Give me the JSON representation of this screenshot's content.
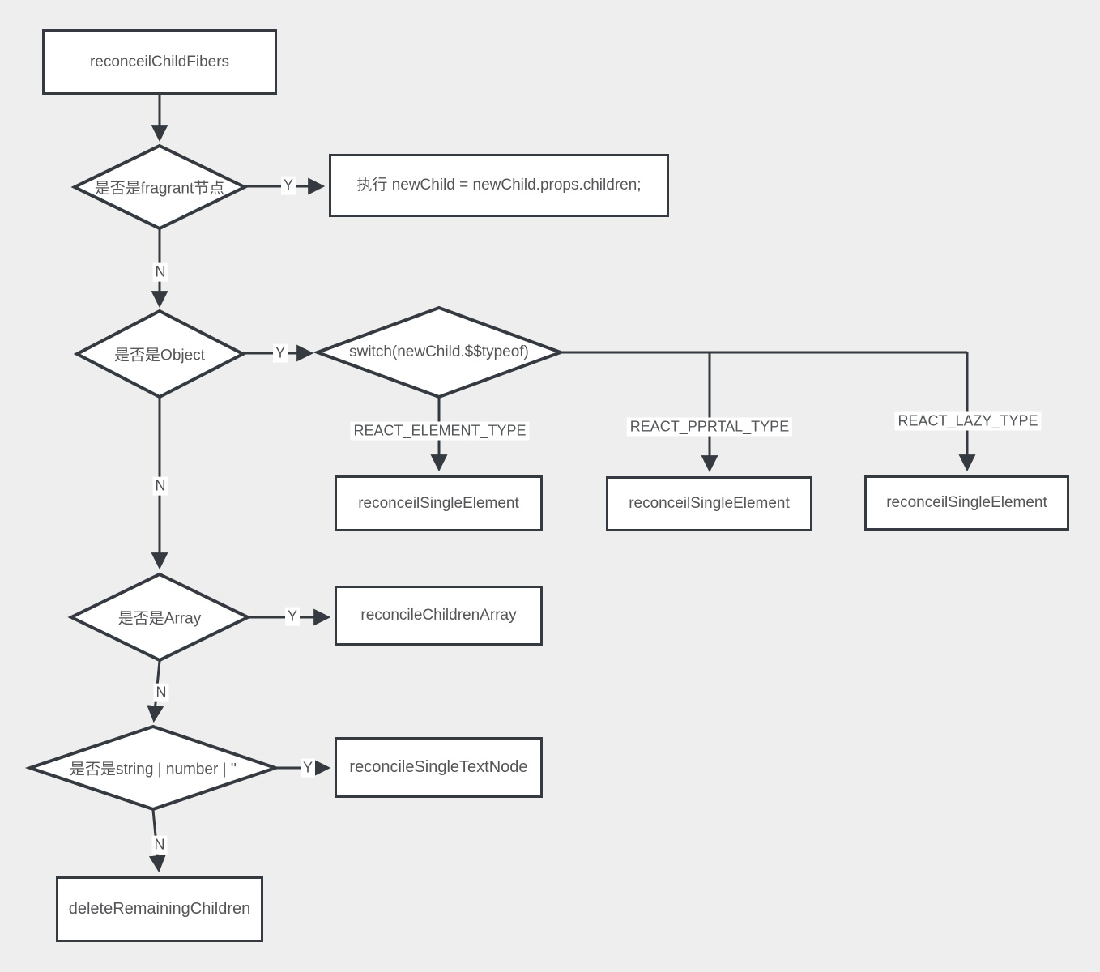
{
  "diagram": {
    "title": "reconcileChildFibers flowchart",
    "colors": {
      "background": "#eeeeee",
      "node_fill": "#ffffff",
      "stroke": "#343a40",
      "text": "#555558"
    },
    "nodes": {
      "start": {
        "label": "reconceilChildFibers",
        "type": "process"
      },
      "fragment_decision": {
        "label": "是否是fragrant节点",
        "type": "decision"
      },
      "exec": {
        "label": "执行 newChild = newChild.props.children;",
        "type": "process"
      },
      "object_decision": {
        "label": "是否是Object",
        "type": "decision"
      },
      "switch_decision": {
        "label": "switch(newChild.$$typeof)",
        "type": "decision"
      },
      "element_case": {
        "label": "reconceilSingleElement",
        "type": "process"
      },
      "portal_case": {
        "label": "reconceilSingleElement",
        "type": "process"
      },
      "lazy_case": {
        "label": "reconceilSingleElement",
        "type": "process"
      },
      "array_decision": {
        "label": "是否是Array",
        "type": "decision"
      },
      "array_case": {
        "label": "reconcileChildrenArray",
        "type": "process"
      },
      "text_decision": {
        "label": "是否是string | number | ''",
        "type": "decision"
      },
      "text_case": {
        "label": "reconcileSingleTextNode",
        "type": "process"
      },
      "delete_remaining": {
        "label": "deleteRemainingChildren",
        "type": "process"
      }
    },
    "edge_labels": {
      "yes": "Y",
      "no": "N",
      "react_element": "REACT_ELEMENT_TYPE",
      "react_portal": "REACT_PPRTAL_TYPE",
      "react_lazy": "REACT_LAZY_TYPE"
    }
  }
}
